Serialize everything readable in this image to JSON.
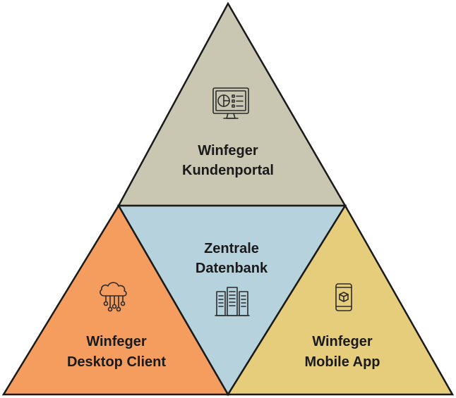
{
  "segments": {
    "top": {
      "line1": "Winfeger",
      "line2": "Kundenportal",
      "icon": "monitor-dashboard-icon",
      "color": "#c9c6b2"
    },
    "center": {
      "line1": "Zentrale",
      "line2": "Datenbank",
      "icon": "server-rack-icon",
      "color": "#b6d2dc"
    },
    "left": {
      "line1": "Winfeger",
      "line2": "Desktop Client",
      "icon": "cloud-network-icon",
      "color": "#f49d5e"
    },
    "right": {
      "line1": "Winfeger",
      "line2": "Mobile App",
      "icon": "smartphone-cube-icon",
      "color": "#e6cd7c"
    }
  },
  "stroke_color": "#1a1a1a"
}
